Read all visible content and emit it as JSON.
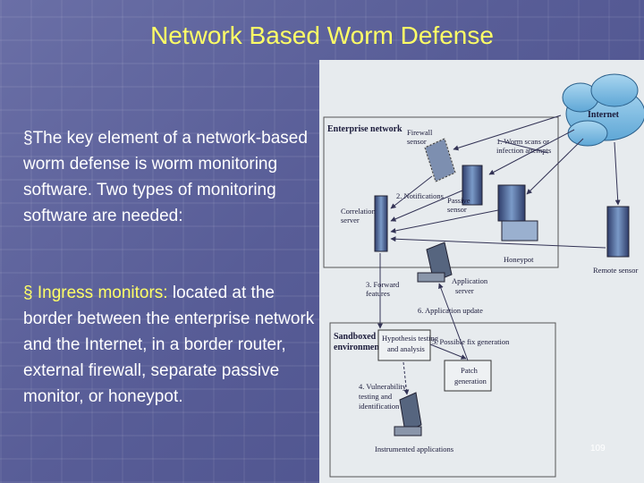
{
  "slide": {
    "title": "Network Based Worm Defense",
    "paragraph1": "§The key element of a network-based worm defense is worm monitoring software. Two types of monitoring software are needed:",
    "paragraph2": {
      "bullet": "§",
      "highlight": "Ingress monitors:",
      "rest": "located at the border between the enterprise network and the Internet, in a border router, external firewall, separate passive monitor, or honeypot."
    },
    "slide_number": "109"
  },
  "diagram": {
    "internet": "Internet",
    "enterprise_network": "Enterprise network",
    "firewall_sensor": [
      "Firewall",
      "sensor"
    ],
    "step1": [
      "1. Worm scans or",
      "infection attempts"
    ],
    "step2": "2. Notifications",
    "passive_sensor": [
      "Passive",
      "sensor"
    ],
    "correlation_server": [
      "Correlation",
      "server"
    ],
    "honeypot": "Honeypot",
    "remote_sensor": "Remote sensor",
    "step3": [
      "3. Forward",
      "features"
    ],
    "application_server": [
      "Application",
      "server"
    ],
    "step6": "6. Application update",
    "sandboxed_environment": [
      "Sandboxed",
      "environment"
    ],
    "hypothesis": [
      "Hypothesis testing",
      "and analysis"
    ],
    "step5": "5. Possible fix generation",
    "patch_generation": [
      "Patch",
      "generation"
    ],
    "step4": [
      "4. Vulnerability",
      "testing and",
      "identification"
    ],
    "instrumented_applications": "Instrumented applications"
  }
}
